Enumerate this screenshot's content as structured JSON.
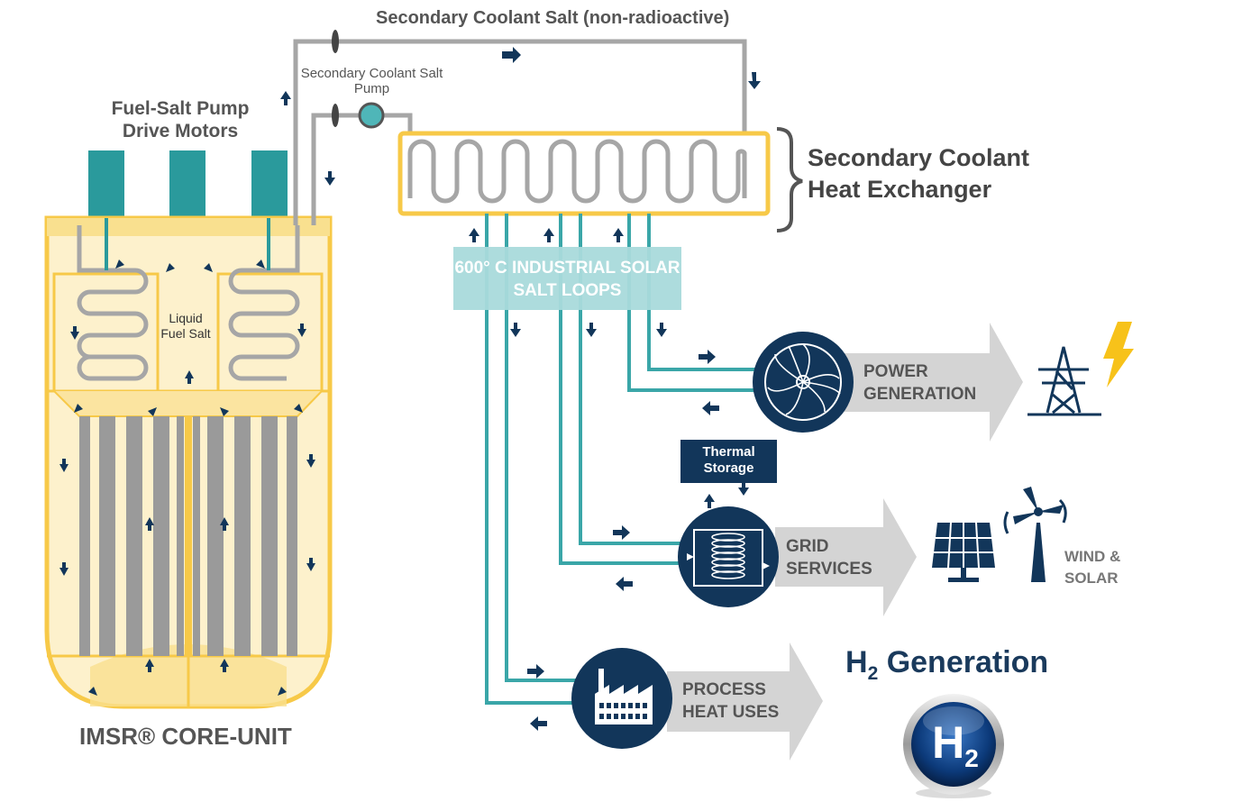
{
  "labels": {
    "secondary_coolant_salt": "Secondary Coolant Salt (non-radioactive)",
    "secondary_coolant_pump": "Secondary Coolant Salt Pump",
    "fuel_salt_pump": "Fuel-Salt Pump Drive Motors",
    "heat_exchanger": "Secondary Coolant Heat Exchanger",
    "solar_salt_loops": "600° C INDUSTRIAL SOLAR SALT LOOPS",
    "liquid_fuel_salt": "Liquid Fuel Salt",
    "core_unit": "IMSR® CORE-UNIT",
    "power_generation": "POWER GENERATION",
    "thermal_storage": "Thermal Storage",
    "grid_services": "GRID SERVICES",
    "wind_solar": "WIND & SOLAR",
    "process_heat": "PROCESS HEAT USES",
    "h2_generation_main": "H",
    "h2_generation_sub": "2",
    "h2_generation_rest": " Generation",
    "h2_badge_main": "H",
    "h2_badge_sub": "2"
  },
  "colors": {
    "navy": "#12365a",
    "teal": "#3aa6a8",
    "teal_light": "#a9dadb",
    "yellow": "#f7c948",
    "cream": "#fdf1cc",
    "gray_pipe": "#a6a6a6",
    "arrow_gray": "#d4d4d4",
    "bolt": "#f7c21a"
  },
  "icons": [
    "turbine-icon",
    "pylon-icon",
    "lightning-icon",
    "coil-storage-icon",
    "solar-panel-icon",
    "wind-turbine-icon",
    "factory-icon",
    "h2-badge-icon"
  ]
}
